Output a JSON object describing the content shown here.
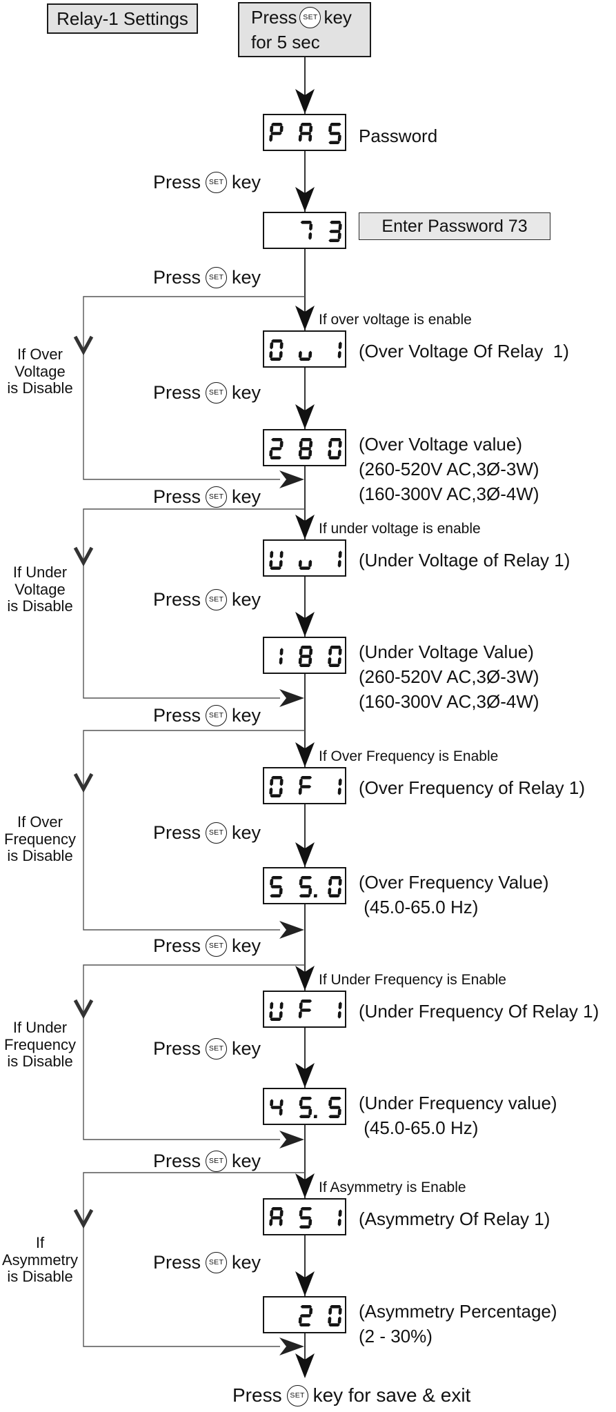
{
  "canvas": {
    "background": "#ffffff",
    "ink": "#111111",
    "panel_fill": "#e2e2e2"
  },
  "header": {
    "title": "Relay-1 Settings",
    "start_button": {
      "pre": "Press",
      "set_key": "SET",
      "post": "key",
      "line2": "for 5 sec"
    }
  },
  "press_set": {
    "pre": "Press",
    "set_key": "SET",
    "post": "key"
  },
  "footer": {
    "pre": "Press",
    "set_key": "SET",
    "post": "key for save & exit"
  },
  "password": {
    "prompt_display": "PAS",
    "prompt_caption": "Password",
    "entry_display": " 73",
    "entry_note": "Enter Password 73"
  },
  "groups": [
    {
      "key": "over-voltage",
      "enable_label": "If over voltage is enable",
      "disable_label": [
        "If Over",
        "Voltage",
        "is Disable"
      ],
      "param_display": "0u1",
      "param_caption": "(Over Voltage Of Relay  1)",
      "value_display": "280",
      "value_caption": [
        "(Over Voltage value)",
        "(260-520V AC,3Ø-3W)",
        "(160-300V AC,3Ø-4W)"
      ]
    },
    {
      "key": "under-voltage",
      "enable_label": "If under voltage is enable",
      "disable_label": [
        "If Under",
        "Voltage",
        "is Disable"
      ],
      "param_display": "Uu1",
      "param_caption": "(Under Voltage of Relay 1)",
      "value_display": "180",
      "value_caption": [
        "(Under Voltage Value)",
        "(260-520V AC,3Ø-3W)",
        "(160-300V AC,3Ø-4W)"
      ]
    },
    {
      "key": "over-frequency",
      "enable_label": "If Over Frequency is Enable",
      "disable_label": [
        "If Over",
        "Frequency",
        "is Disable"
      ],
      "param_display": "0F1",
      "param_caption": "(Over Frequency of Relay 1)",
      "value_display": "55.0",
      "value_caption": [
        "(Over Frequency Value)",
        " (45.0-65.0 Hz)"
      ]
    },
    {
      "key": "under-frequency",
      "enable_label": "If Under Frequency is Enable",
      "disable_label": [
        "If Under",
        "Frequency",
        "is Disable"
      ],
      "param_display": "UF1",
      "param_caption": "(Under Frequency Of Relay 1)",
      "value_display": "45.5",
      "value_caption": [
        "(Under Frequency value)",
        " (45.0-65.0 Hz)"
      ]
    },
    {
      "key": "asymmetry",
      "enable_label": "If Asymmetry is Enable",
      "disable_label": [
        "If",
        "Asymmetry",
        "is Disable"
      ],
      "param_display": "AS1",
      "param_caption": "(Asymmetry Of Relay 1)",
      "value_display": " 20",
      "value_caption": [
        "(Asymmetry Percentage)",
        "(2 - 30%)"
      ]
    }
  ]
}
